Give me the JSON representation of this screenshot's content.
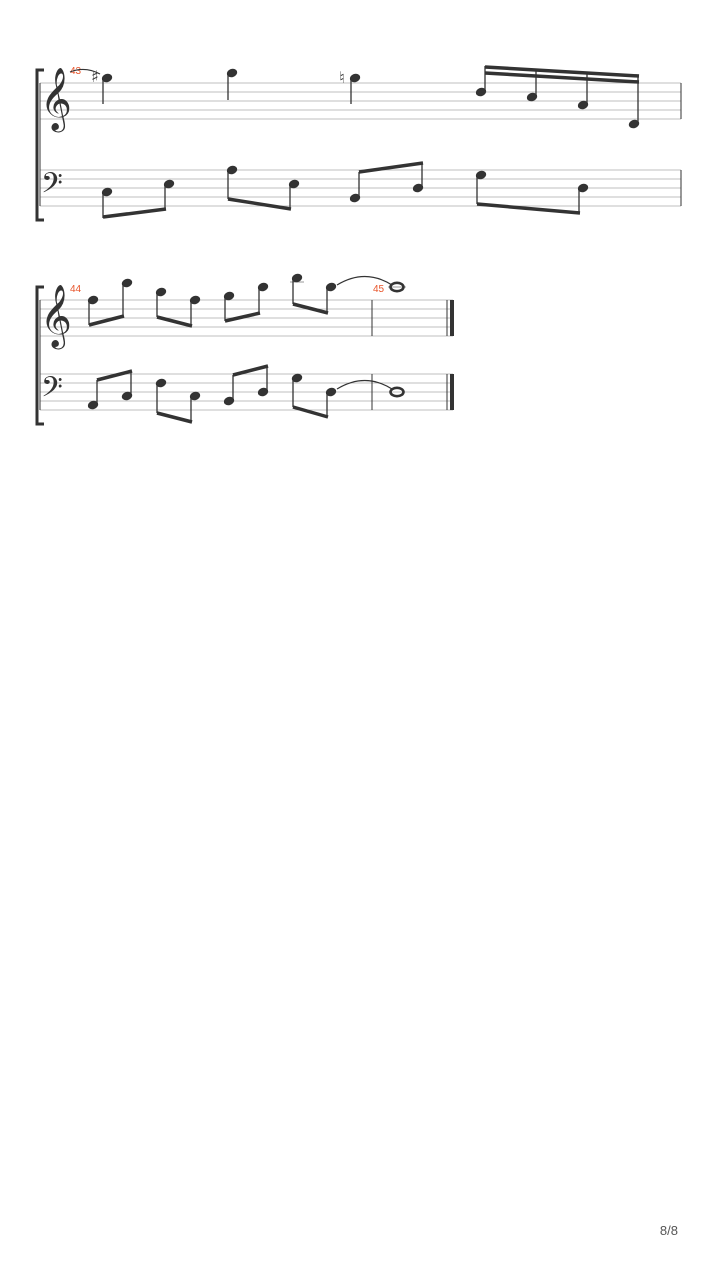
{
  "page": {
    "page_number": "8/8"
  },
  "systems": [
    {
      "measures": [
        {
          "number": "43"
        }
      ]
    },
    {
      "measures": [
        {
          "number": "44"
        },
        {
          "number": "45"
        }
      ]
    }
  ],
  "colors": {
    "measure_number": "#e8552b",
    "ink": "#333333",
    "staff_line": "#bfbfbf"
  },
  "clefs": {
    "treble": "treble-clef",
    "bass": "bass-clef"
  }
}
